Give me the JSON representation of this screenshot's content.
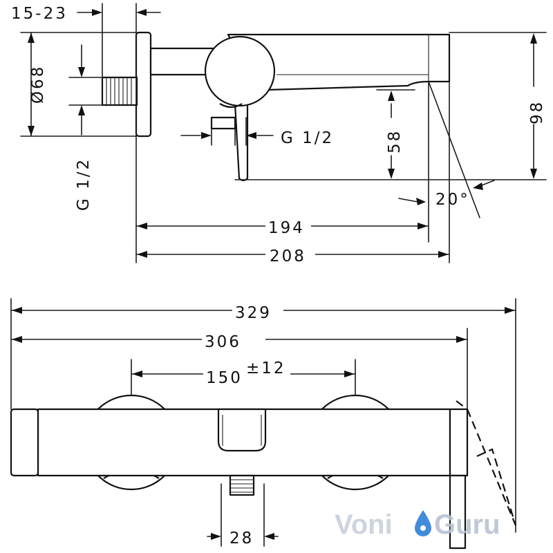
{
  "dimensions": {
    "wall_depth": "15-23",
    "rosette_diameter": "Ø68",
    "inlet_thread_left": "G 1/2",
    "outlet_thread": "G 1/2",
    "spout_height": "58",
    "total_height": "98",
    "spout_angle": "20°",
    "reach_spout": "194",
    "reach_total": "208",
    "overall_width": "329",
    "body_width": "306",
    "inlet_spacing_base": "150",
    "inlet_spacing_tol": "±12",
    "outlet_width": "28"
  },
  "watermark": {
    "left": "Voni",
    "right": "Guru",
    "color": "#c8d0dc"
  }
}
